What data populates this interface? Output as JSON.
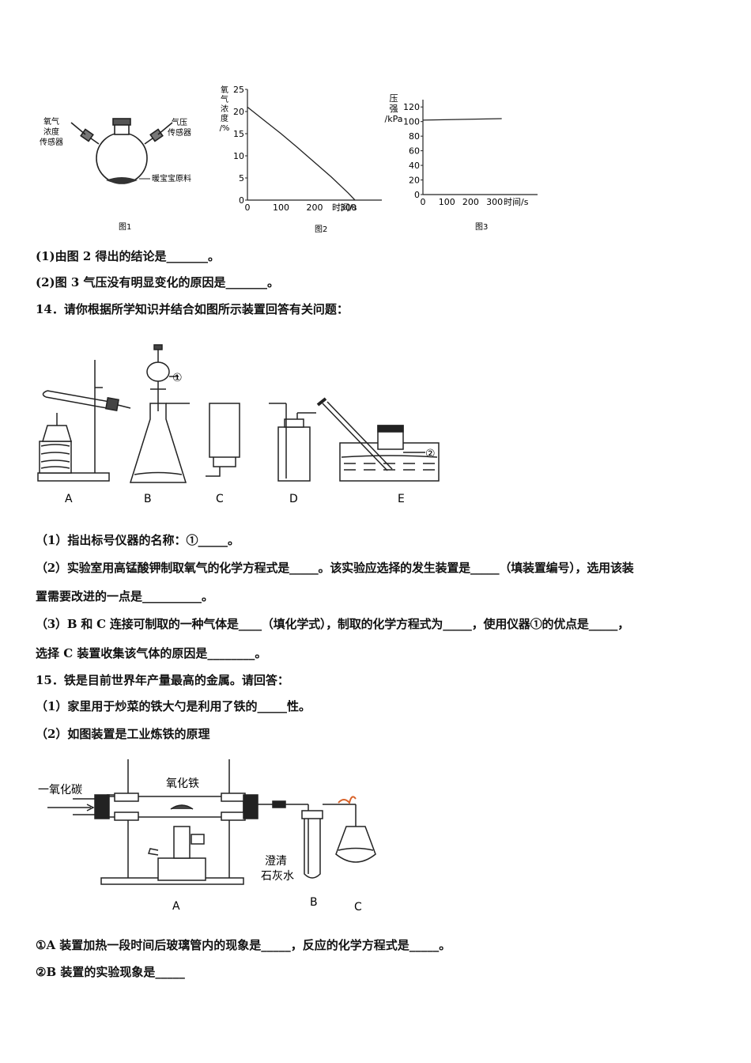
{
  "fig1": {
    "label_left": [
      "氧气",
      "浓度",
      "传感器"
    ],
    "label_right": [
      "气压",
      "传感器"
    ],
    "label_bottom": "暖宝宝原料",
    "caption": "图1"
  },
  "chart_data": [
    {
      "type": "line",
      "caption": "图2",
      "ylabel": [
        "氧",
        "气",
        "浓",
        "度",
        "/%"
      ],
      "xlabel": "时间/s",
      "x_ticks": [
        "0",
        "100",
        "200",
        "300"
      ],
      "y_ticks": [
        "0",
        "5",
        "10",
        "15",
        "20",
        "25"
      ],
      "xlim": [
        0,
        400
      ],
      "ylim": [
        0,
        25
      ],
      "series": [
        {
          "x": [
            0,
            20,
            50,
            100,
            150,
            200,
            250,
            300,
            320
          ],
          "y": [
            21,
            19.8,
            18,
            15,
            11.8,
            8.5,
            5.2,
            1.6,
            0
          ]
        }
      ]
    },
    {
      "type": "line",
      "caption": "图3",
      "ylabel": [
        "压",
        "强",
        "/kPa"
      ],
      "xlabel": "时间/s",
      "x_ticks": [
        "0",
        "100",
        "200",
        "300"
      ],
      "y_ticks": [
        "0",
        "20",
        "40",
        "60",
        "80",
        "100",
        "120"
      ],
      "xlim": [
        0,
        480
      ],
      "ylim": [
        0,
        130
      ],
      "series": [
        {
          "x": [
            0,
            330
          ],
          "y": [
            102,
            104
          ]
        }
      ]
    }
  ],
  "q13": {
    "p1": "(1)由图 2 得出的结论是_______。",
    "p2": "(2)图 3 气压没有明显变化的原因是_______。"
  },
  "q14": {
    "title": "14．请你根据所学知识并结合如图所示装置回答有关问题：",
    "circle1": "①",
    "circle2": "②",
    "labels": [
      "A",
      "B",
      "C",
      "D",
      "E"
    ],
    "p1": "（1）指出标号仪器的名称：①_____。",
    "p2a": "（2）实验室用高锰酸钾制取氧气的化学方程式是_____。该实验应选择的发生装置是_____（填装置编号），选用该装",
    "p2b": "置需要改进的一点是__________。",
    "p3a": "（3）B 和 C 连接可制取的一种气体是____（填化学式），制取的化学方程式为_____，使用仪器①的优点是_____，",
    "p3b": "选择 C 装置收集该气体的原因是________。"
  },
  "q15": {
    "title": "15．铁是目前世界年产量最高的金属。请回答：",
    "p1": "（1）家里用于炒菜的铁大勺是利用了铁的_____性。",
    "p2": "（2）如图装置是工业炼铁的原理",
    "label_co": "一氧化碳",
    "label_fe2o3": "氧化铁",
    "label_limewater1": "澄清",
    "label_limewater2": "石灰水",
    "labels": [
      "A",
      "B",
      "C"
    ],
    "s1": "①A 装置加热一段时间后玻璃管内的现象是_____，反应的化学方程式是_____。",
    "s2": "②B 装置的实验现象是_____"
  }
}
